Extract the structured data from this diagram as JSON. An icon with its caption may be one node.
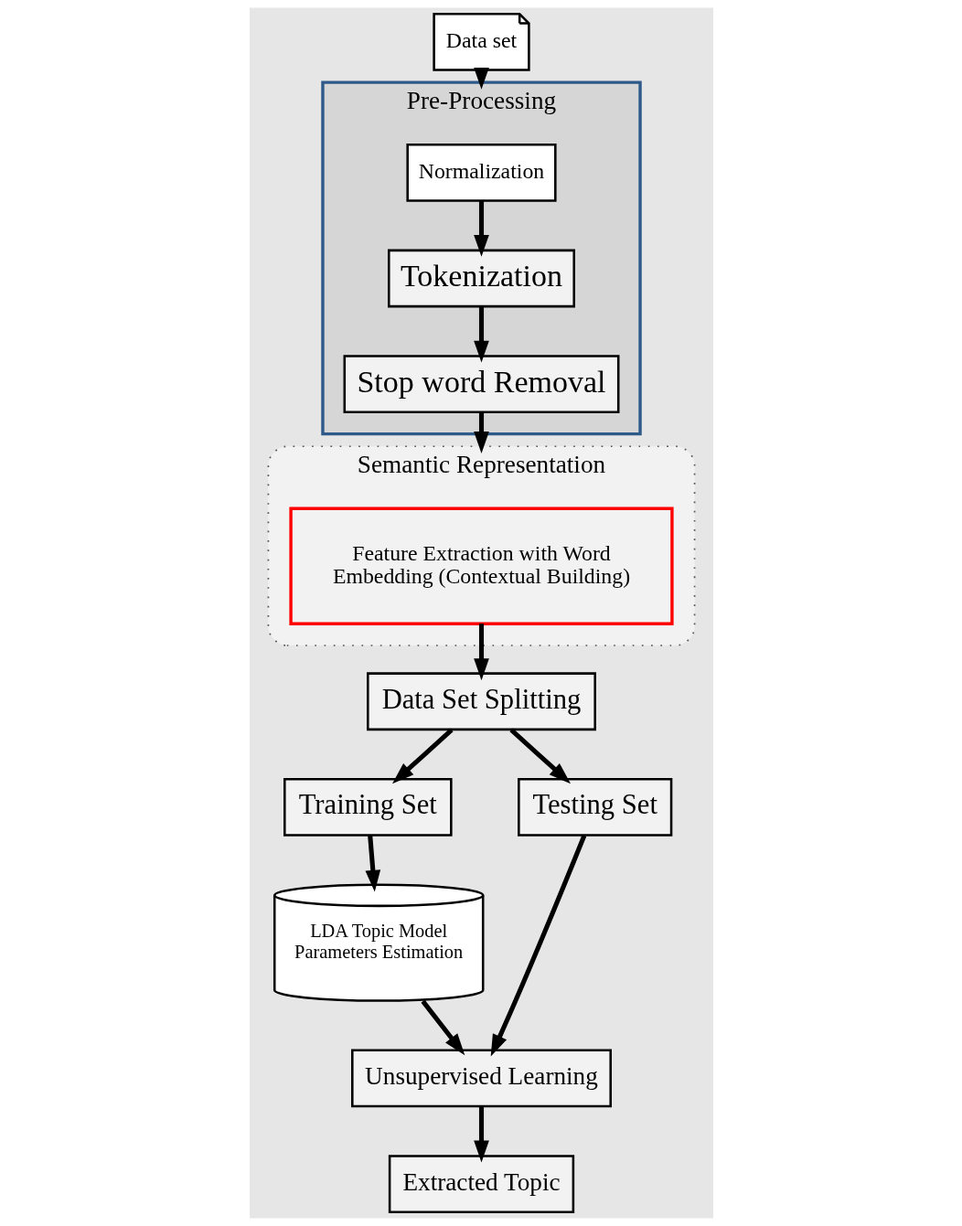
{
  "diagram": {
    "nodes": [
      {
        "text": [
          "Data set"
        ]
      },
      {
        "text": [
          "Pre-Processing"
        ]
      },
      {
        "text": [
          "Normalization"
        ],
        "in": 1
      },
      {
        "text": [
          "Tokenization"
        ],
        "in": 1
      },
      {
        "text": [
          "Stop word Removal"
        ],
        "in": 1
      },
      {
        "text": [
          "Semantic Representation"
        ]
      },
      {
        "text": [
          "Feature Extraction with Word Embedding (Contextual Building)"
        ],
        "in": 5
      },
      {
        "text": [
          "Data Set Splitting"
        ]
      },
      {
        "text": [
          "Training Set"
        ]
      },
      {
        "text": [
          "Testing Set"
        ]
      },
      {
        "text": [
          "LDA Topic Model",
          "Parameters Estimation"
        ]
      },
      {
        "text": [
          "Unsupervised Learning"
        ]
      },
      {
        "text": [
          "Extracted Topic"
        ]
      }
    ],
    "edges": [
      {
        "from": 0,
        "to": 1,
        "arrow": "to"
      },
      {
        "from": 2,
        "to": 3,
        "arrow": "to"
      },
      {
        "from": 3,
        "to": 4,
        "arrow": "to"
      },
      {
        "from": 4,
        "to": 5,
        "arrow": "to"
      },
      {
        "from": 6,
        "to": 7,
        "arrow": "to"
      },
      {
        "from": 7,
        "to": 8,
        "arrow": "to"
      },
      {
        "from": 7,
        "to": 9,
        "arrow": "to"
      },
      {
        "from": 8,
        "to": 10,
        "arrow": "to"
      },
      {
        "from": 10,
        "to": 11,
        "arrow": "to"
      },
      {
        "from": 9,
        "to": 11,
        "arrow": "to"
      },
      {
        "from": 11,
        "to": 12,
        "arrow": "to"
      }
    ]
  }
}
